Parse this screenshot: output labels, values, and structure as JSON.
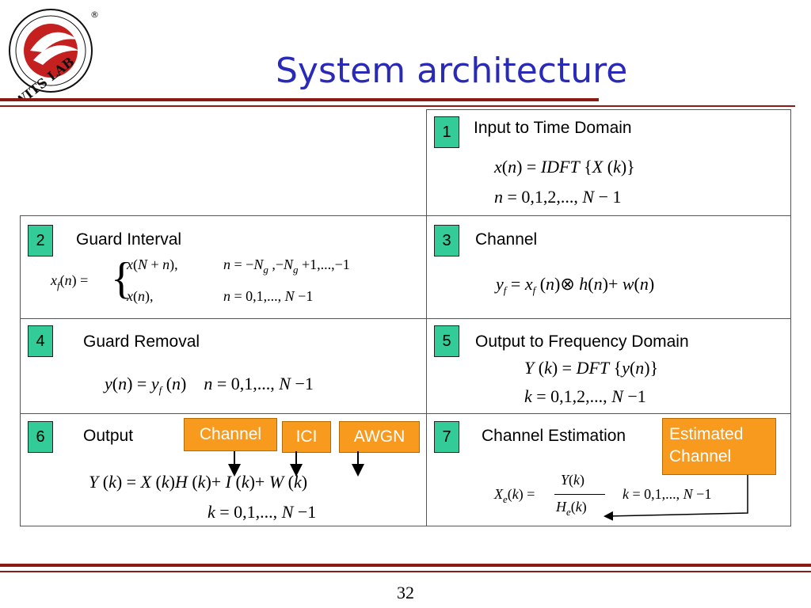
{
  "logo": {
    "text": "WITS LAB.NSYSU",
    "registered": "®"
  },
  "title": "System architecture",
  "cells": [
    {
      "num": "1",
      "label": "Input to Time Domain"
    },
    {
      "num": "2",
      "label": "Guard Interval"
    },
    {
      "num": "3",
      "label": "Channel"
    },
    {
      "num": "4",
      "label": "Guard Removal"
    },
    {
      "num": "5",
      "label": "Output to Frequency Domain"
    },
    {
      "num": "6",
      "label": "Output"
    },
    {
      "num": "7",
      "label": "Channel Estimation"
    }
  ],
  "boxes": {
    "channel": "Channel",
    "ici": "ICI",
    "awgn": "AWGN",
    "estimated_line1": "Estimated",
    "estimated_line2": "Channel"
  },
  "page_number": "32"
}
